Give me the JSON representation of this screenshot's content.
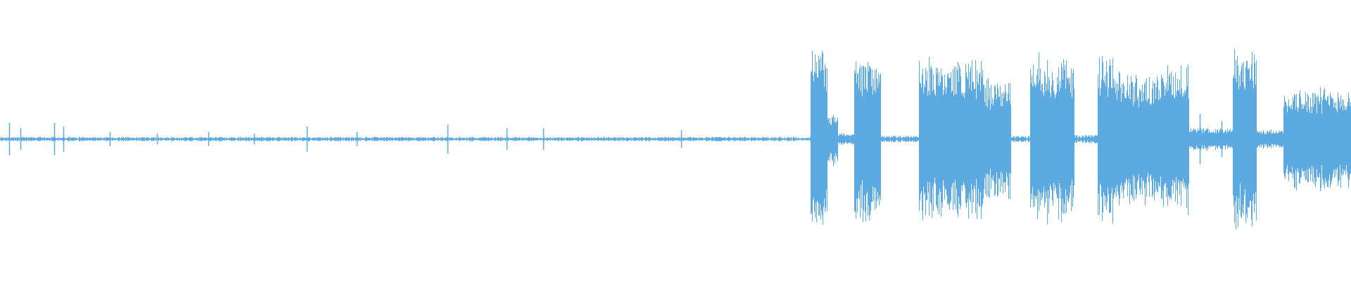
{
  "waveform": {
    "color": "#5DA9E1",
    "background": "#FFFFFF",
    "amplitude_max": 1.0,
    "segments": [
      {
        "start": 0.0,
        "end": 0.6,
        "level": 0.02
      },
      {
        "start": 0.6,
        "end": 0.612,
        "level": 0.95
      },
      {
        "start": 0.612,
        "end": 0.62,
        "level": 0.3
      },
      {
        "start": 0.62,
        "end": 0.632,
        "level": 0.06
      },
      {
        "start": 0.632,
        "end": 0.652,
        "level": 0.9
      },
      {
        "start": 0.652,
        "end": 0.68,
        "level": 0.03
      },
      {
        "start": 0.68,
        "end": 0.728,
        "level": 0.85
      },
      {
        "start": 0.728,
        "end": 0.748,
        "level": 0.65
      },
      {
        "start": 0.748,
        "end": 0.762,
        "level": 0.03
      },
      {
        "start": 0.762,
        "end": 0.795,
        "level": 0.88
      },
      {
        "start": 0.795,
        "end": 0.812,
        "level": 0.04
      },
      {
        "start": 0.812,
        "end": 0.824,
        "level": 0.9
      },
      {
        "start": 0.824,
        "end": 0.862,
        "level": 0.7
      },
      {
        "start": 0.862,
        "end": 0.88,
        "level": 0.8
      },
      {
        "start": 0.88,
        "end": 0.912,
        "level": 0.12
      },
      {
        "start": 0.912,
        "end": 0.93,
        "level": 0.95
      },
      {
        "start": 0.93,
        "end": 0.95,
        "level": 0.1
      },
      {
        "start": 0.95,
        "end": 1.0,
        "level": 0.55
      }
    ],
    "spikes": [
      {
        "pos": 0.007,
        "amp": 0.18
      },
      {
        "pos": 0.015,
        "amp": 0.12
      },
      {
        "pos": 0.04,
        "amp": 0.18
      },
      {
        "pos": 0.047,
        "amp": 0.14
      },
      {
        "pos": 0.081,
        "amp": 0.08
      },
      {
        "pos": 0.116,
        "amp": 0.06
      },
      {
        "pos": 0.154,
        "amp": 0.08
      },
      {
        "pos": 0.188,
        "amp": 0.06
      },
      {
        "pos": 0.227,
        "amp": 0.14
      },
      {
        "pos": 0.264,
        "amp": 0.08
      },
      {
        "pos": 0.331,
        "amp": 0.16
      },
      {
        "pos": 0.375,
        "amp": 0.12
      },
      {
        "pos": 0.402,
        "amp": 0.12
      },
      {
        "pos": 0.504,
        "amp": 0.1
      },
      {
        "pos": 0.888,
        "amp": 0.28
      },
      {
        "pos": 0.904,
        "amp": 0.2
      }
    ]
  }
}
